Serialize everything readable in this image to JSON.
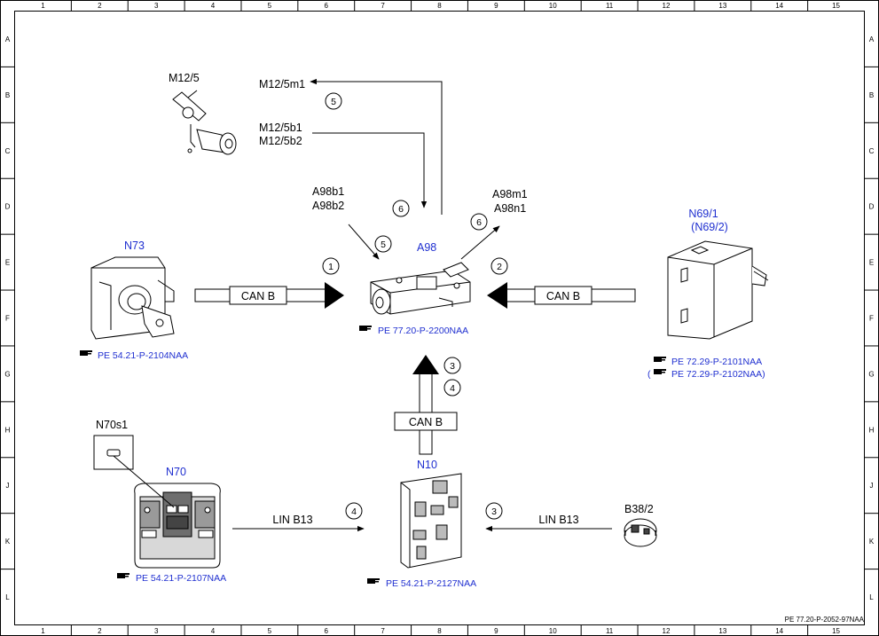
{
  "frame": {
    "cols": [
      "1",
      "2",
      "3",
      "4",
      "5",
      "6",
      "7",
      "8",
      "9",
      "10",
      "11",
      "12",
      "13",
      "14",
      "15"
    ],
    "rows": [
      "A",
      "B",
      "C",
      "D",
      "E",
      "F",
      "G",
      "H",
      "J",
      "K",
      "L"
    ],
    "footer_code": "PE 77.20-P-2052-97NAA"
  },
  "components": {
    "m12_5": {
      "label": "M12/5"
    },
    "m12_5m1": {
      "label": "M12/5m1"
    },
    "m12_5b1": {
      "label": "M12/5b1"
    },
    "m12_5b2": {
      "label": "M12/5b2"
    },
    "a98b1": {
      "label": "A98b1"
    },
    "a98b2": {
      "label": "A98b2"
    },
    "a98m1": {
      "label": "A98m1"
    },
    "a98n1": {
      "label": "A98n1"
    },
    "a98": {
      "label": "A98",
      "ref": "PE 77.20-P-2200NAA"
    },
    "n73": {
      "label": "N73",
      "ref": "PE 54.21-P-2104NAA"
    },
    "n69_1": {
      "label": "N69/1",
      "label2": "(N69/2)",
      "ref": "PE 72.29-P-2101NAA",
      "ref2_open": "(",
      "ref2": "PE 72.29-P-2102NAA)"
    },
    "n70s1": {
      "label": "N70s1"
    },
    "n70": {
      "label": "N70",
      "ref": "PE 54.21-P-2107NAA"
    },
    "n10": {
      "label": "N10",
      "ref": "PE 54.21-P-2127NAA"
    },
    "b38_2": {
      "label": "B38/2"
    }
  },
  "buses": {
    "can_left": "CAN B",
    "can_right": "CAN B",
    "can_bottom": "CAN B",
    "lin_left": "LIN B13",
    "lin_right": "LIN B13"
  },
  "steps": {
    "s1": "1",
    "s2": "2",
    "s3": "3",
    "s4": "4",
    "s5a": "5",
    "s5b": "5",
    "s6a": "6",
    "s6b": "6",
    "s3b": "3",
    "s4b": "4"
  },
  "ref_icon": "pointing-hand-icon"
}
